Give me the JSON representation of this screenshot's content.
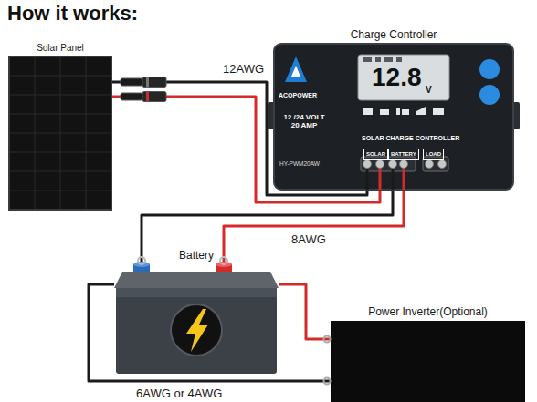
{
  "diagram": {
    "title": "How it works:",
    "nodes": [
      {
        "text": [
          "Solar Panel"
        ]
      },
      {
        "text": [
          "Charge Controller"
        ]
      },
      {
        "text": [
          "Battery"
        ]
      },
      {
        "text": [
          "Power Inverter(Optional)"
        ]
      }
    ],
    "edges": [
      {
        "from": 0,
        "to": 1,
        "arrow": "none",
        "label": "12AWG"
      },
      {
        "from": 0,
        "to": 1,
        "arrow": "none"
      },
      {
        "from": 1,
        "to": 2,
        "arrow": "none"
      },
      {
        "from": 1,
        "to": 2,
        "arrow": "none",
        "label": "8AWG"
      },
      {
        "from": 2,
        "to": 3,
        "arrow": "none"
      },
      {
        "from": 2,
        "to": 3,
        "arrow": "none",
        "label": "6AWG or 4AWG"
      }
    ],
    "labels": [
      "ACOPOWER",
      "12.8",
      "V",
      "12 /24 VOLT 20 AMP",
      "SOLAR CHARGE CONTROLLER",
      "HY-PWM20AW",
      "SOLAR",
      "BATTERY",
      "LOAD"
    ]
  }
}
